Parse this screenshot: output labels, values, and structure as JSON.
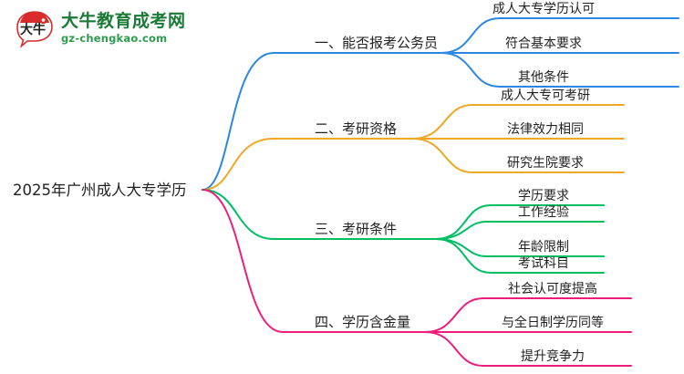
{
  "brand": {
    "logo_icon": "speech-bubble-logo-icon",
    "mark_text": "大牛",
    "name": "大牛教育成考网",
    "url": "gz-chengkao.com",
    "name_color": "#1a7a36",
    "url_color": "#2e9c4f",
    "mark_color": "#d92b2b"
  },
  "mindmap": {
    "root": {
      "label": "2025年广州成人大专学历"
    },
    "branches": [
      {
        "id": "branch-1",
        "label": "一、能否报考公务员",
        "color": "#2b87e3",
        "children": [
          {
            "label": "成人大专学历认可"
          },
          {
            "label": "符合基本要求"
          },
          {
            "label": "其他条件"
          }
        ]
      },
      {
        "id": "branch-2",
        "label": "二、考研资格",
        "color": "#f0a826",
        "children": [
          {
            "label": "成人大专可考研"
          },
          {
            "label": "法律效力相同"
          },
          {
            "label": "研究生院要求"
          }
        ]
      },
      {
        "id": "branch-3",
        "label": "三、考研条件",
        "color": "#00bf63",
        "children": [
          {
            "label": "学历要求"
          },
          {
            "label": "工作经验"
          },
          {
            "label": "年龄限制"
          },
          {
            "label": "考试科目"
          }
        ]
      },
      {
        "id": "branch-4",
        "label": "四、学历含金量",
        "color": "#ee1d7a",
        "children": [
          {
            "label": "社会认可度提高"
          },
          {
            "label": "与全日制学历同等"
          },
          {
            "label": "提升竞争力"
          }
        ]
      }
    ]
  }
}
